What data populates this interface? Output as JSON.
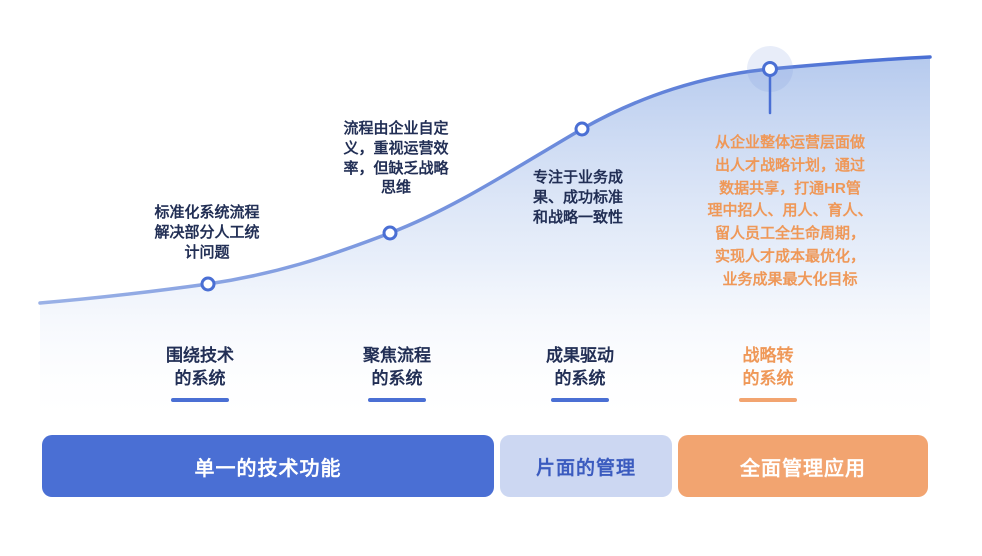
{
  "colors": {
    "primary_blue": "#4a6fd4",
    "light_blue_bar": "#ccd7f2",
    "orange_bar": "#f2a470",
    "orange_text": "#ef9858",
    "navy_text": "#222f55"
  },
  "annotations": [
    {
      "text": "标准化系统流程\n解决部分人工统\n计问题"
    },
    {
      "text": "流程由企业自定\n义，重视运营效\n率，但缺乏战略\n思维"
    },
    {
      "text": "专注于业务成\n果、成功标准\n和战略一致性"
    },
    {
      "text": "从企业整体运营层面做\n出人才战略计划，通过\n数据共享，打通HR管\n理中招人、用人、育人、\n留人员工全生命周期，\n实现人才成本最优化，\n业务成果最大化目标"
    }
  ],
  "stages": [
    {
      "label": "围绕技术\n的系统"
    },
    {
      "label": "聚焦流程\n的系统"
    },
    {
      "label": "成果驱动\n的系统"
    },
    {
      "label": "战略转\n的系统"
    }
  ],
  "bars": [
    {
      "label": "单一的技术功能"
    },
    {
      "label": "片面的管理"
    },
    {
      "label": "全面管理应用"
    }
  ]
}
